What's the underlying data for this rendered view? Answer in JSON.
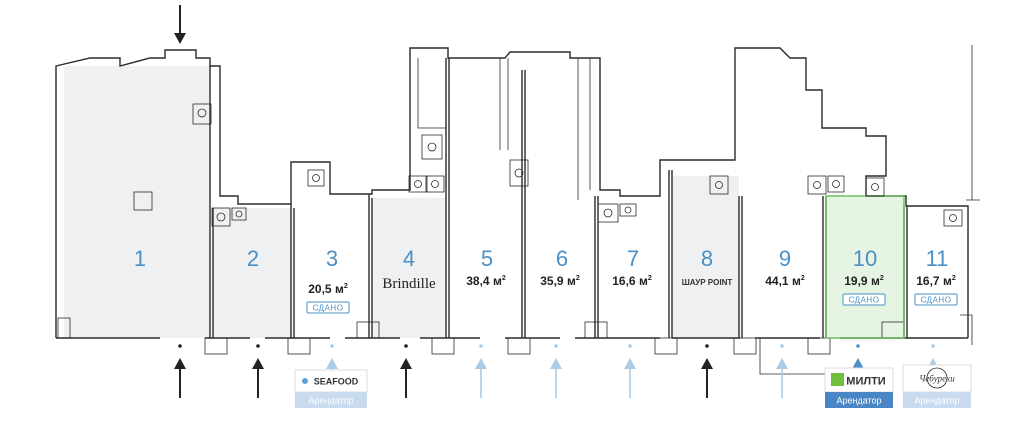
{
  "units": [
    {
      "number": "1"
    },
    {
      "number": "2"
    },
    {
      "number": "3",
      "area": "20,5 м",
      "status": "СДАНО"
    },
    {
      "number": "4",
      "brand": "Brindille"
    },
    {
      "number": "5",
      "area": "38,4 м"
    },
    {
      "number": "6",
      "area": "35,9 м"
    },
    {
      "number": "7",
      "area": "16,6 м"
    },
    {
      "number": "8",
      "brand": "ШАУР POINT"
    },
    {
      "number": "9",
      "area": "44,1 м"
    },
    {
      "number": "10",
      "area": "19,9 м",
      "status": "СДАНО"
    },
    {
      "number": "11",
      "area": "16,7 м",
      "status": "СДАНО"
    }
  ],
  "area_superscript": "2",
  "tenants": [
    {
      "logo_text": "SEAFOOD",
      "label": "Арендатор",
      "label_bg": "#c9dbef"
    },
    {
      "logo_text": "МИЛТИ",
      "label": "Арендатор",
      "label_bg": "#4a86c5"
    },
    {
      "logo_text": "Чебуреки",
      "label": "Арендатор",
      "label_bg": "#c9dbef"
    }
  ],
  "colors": {
    "accent": "#4a90c6",
    "rented_unit_fill": "#e6f4e3",
    "rented_unit_stroke": "#6fbf63",
    "dark_arrow": "#222222",
    "light_arrow": "#a9cbe6"
  },
  "icons": [
    "entrance-arrow-icon",
    "toilet-icon",
    "sink-icon",
    "amilti-logo-icon",
    "shaur-star-icon"
  ]
}
